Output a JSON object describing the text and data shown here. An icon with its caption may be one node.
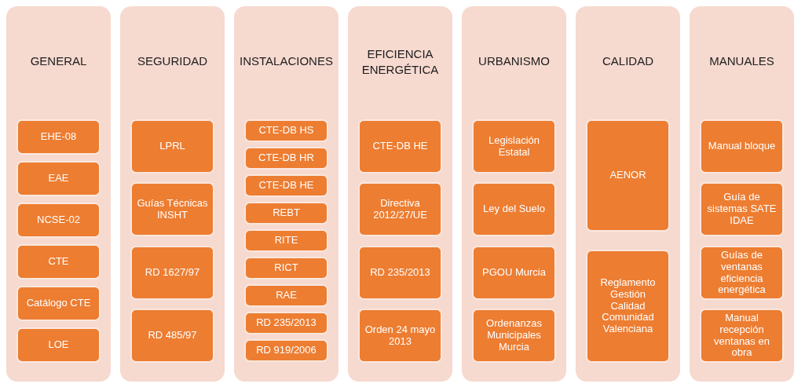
{
  "diagram": {
    "nodes": [
      {
        "text": [
          "GENERAL"
        ]
      },
      {
        "text": [
          "EHE-08"
        ],
        "in": 0
      },
      {
        "text": [
          "EAE"
        ],
        "in": 0
      },
      {
        "text": [
          "NCSE-02"
        ],
        "in": 0
      },
      {
        "text": [
          "CTE"
        ],
        "in": 0
      },
      {
        "text": [
          "Catálogo CTE"
        ],
        "in": 0
      },
      {
        "text": [
          "LOE"
        ],
        "in": 0
      },
      {
        "text": [
          "SEGURIDAD"
        ]
      },
      {
        "text": [
          "LPRL"
        ],
        "in": 7
      },
      {
        "text": [
          "Guías Técnicas INSHT"
        ],
        "in": 7
      },
      {
        "text": [
          "RD 1627/97"
        ],
        "in": 7
      },
      {
        "text": [
          "RD 485/97"
        ],
        "in": 7
      },
      {
        "text": [
          "INSTALACIONES"
        ]
      },
      {
        "text": [
          "CTE-DB HS"
        ],
        "in": 12
      },
      {
        "text": [
          "CTE-DB HR"
        ],
        "in": 12
      },
      {
        "text": [
          "CTE-DB HE"
        ],
        "in": 12
      },
      {
        "text": [
          "REBT"
        ],
        "in": 12
      },
      {
        "text": [
          "RITE"
        ],
        "in": 12
      },
      {
        "text": [
          "RICT"
        ],
        "in": 12
      },
      {
        "text": [
          "RAE"
        ],
        "in": 12
      },
      {
        "text": [
          "RD 235/2013"
        ],
        "in": 12
      },
      {
        "text": [
          "RD 919/2006"
        ],
        "in": 12
      },
      {
        "text": [
          "EFICIENCIA ENERGÉTICA"
        ]
      },
      {
        "text": [
          "CTE-DB HE"
        ],
        "in": 22
      },
      {
        "text": [
          "Directiva 2012/27/UE"
        ],
        "in": 22
      },
      {
        "text": [
          "RD 235/2013"
        ],
        "in": 22
      },
      {
        "text": [
          "Orden 24 mayo 2013"
        ],
        "in": 22
      },
      {
        "text": [
          "URBANISMO"
        ]
      },
      {
        "text": [
          "Legislación Estatal"
        ],
        "in": 27
      },
      {
        "text": [
          "Ley del Suelo"
        ],
        "in": 27
      },
      {
        "text": [
          "PGOU Murcia"
        ],
        "in": 27
      },
      {
        "text": [
          "Ordenanzas Municipales Murcia"
        ],
        "in": 27
      },
      {
        "text": [
          "CALIDAD"
        ]
      },
      {
        "text": [
          "AENOR"
        ],
        "in": 32
      },
      {
        "text": [
          "Reglamento Gestión Calidad Comunidad Valenciana"
        ],
        "in": 32
      },
      {
        "text": [
          "MANUALES"
        ]
      },
      {
        "text": [
          "Manual bloque"
        ],
        "in": 35
      },
      {
        "text": [
          "Guía de sistemas SATE IDAE"
        ],
        "in": 35
      },
      {
        "text": [
          "Guías de ventanas eficiencia energética"
        ],
        "in": 35
      },
      {
        "text": [
          "Manual recepción ventanas en obra"
        ],
        "in": 35
      }
    ]
  }
}
